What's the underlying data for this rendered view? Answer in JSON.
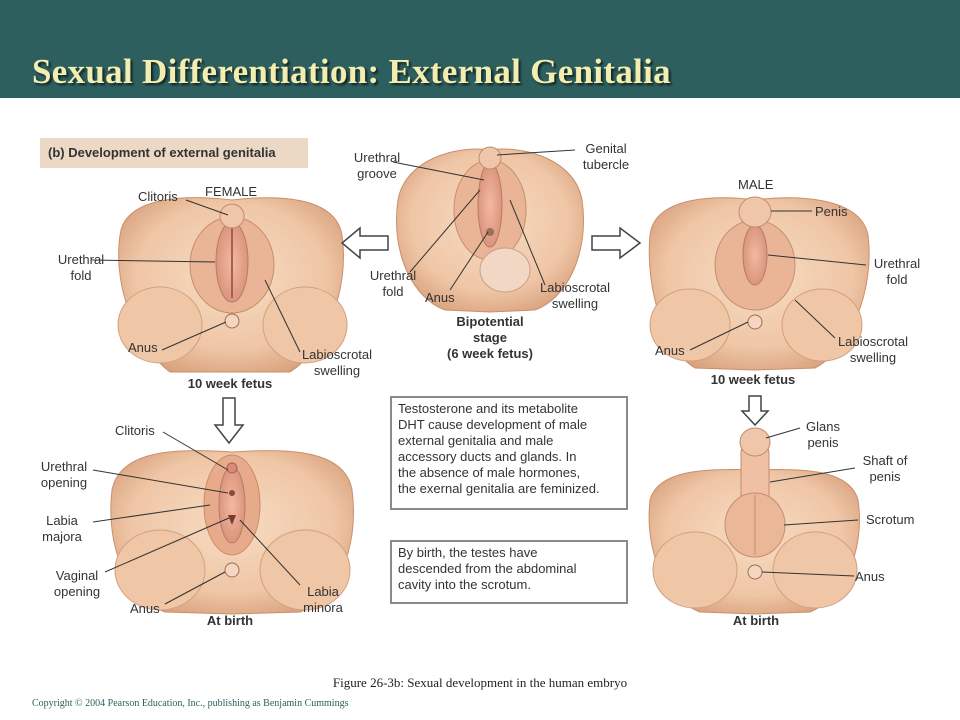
{
  "slide": {
    "title": "Sexual Differentiation: External Genitalia",
    "caption": "Figure 26-3b: Sexual development in the human embryo",
    "copyright": "Copyright © 2004 Pearson Education, Inc., publishing as Benjamin Cummings"
  },
  "figure": {
    "panel_label": "(b) Development of external genitalia",
    "female_heading": "FEMALE",
    "male_heading": "MALE",
    "labels": {
      "female_clitoris": "Clitoris",
      "female_urethral_fold": "Urethral\nfold",
      "female_anus": "Anus",
      "female_labioscrotal": "Labioscrotal\nswelling",
      "female_stage": "10 week fetus",
      "bip_urethral_groove": "Urethral\ngroove",
      "bip_genital_tubercle": "Genital\ntubercle",
      "bip_urethral_fold": "Urethral\nfold",
      "bip_anus": "Anus",
      "bip_labioscrotal": "Labioscrotal\nswelling",
      "bip_stage": "Bipotential\nstage\n(6 week fetus)",
      "male_penis": "Penis",
      "male_urethral_fold": "Urethral\nfold",
      "male_anus": "Anus",
      "male_labioscrotal": "Labioscrotal\nswelling",
      "male_stage": "10 week fetus",
      "fb_clitoris": "Clitoris",
      "fb_urethral_opening": "Urethral\nopening",
      "fb_labia_majora": "Labia\nmajora",
      "fb_vaginal_opening": "Vaginal\nopening",
      "fb_anus": "Anus",
      "fb_labia_minora": "Labia\nminora",
      "fb_stage": "At birth",
      "mb_glans": "Glans\npenis",
      "mb_shaft": "Shaft of\npenis",
      "mb_scrotum": "Scrotum",
      "mb_anus": "Anus",
      "mb_stage": "At birth"
    },
    "info_box_1": "Testosterone and its metabolite\nDHT cause development of male\nexternal genitalia and male\naccessory ducts and glands. In\nthe absence of male hormones,\nthe exernal genitalia are feminized.",
    "info_box_2": "By birth, the testes have\ndescended from the abdominal\ncavity into the scrotum."
  },
  "colors": {
    "header_bg": "#2e5f5f",
    "title_text": "#f3eeb0",
    "skin": "#f2cfb0",
    "skin_dark": "#dca27c"
  }
}
